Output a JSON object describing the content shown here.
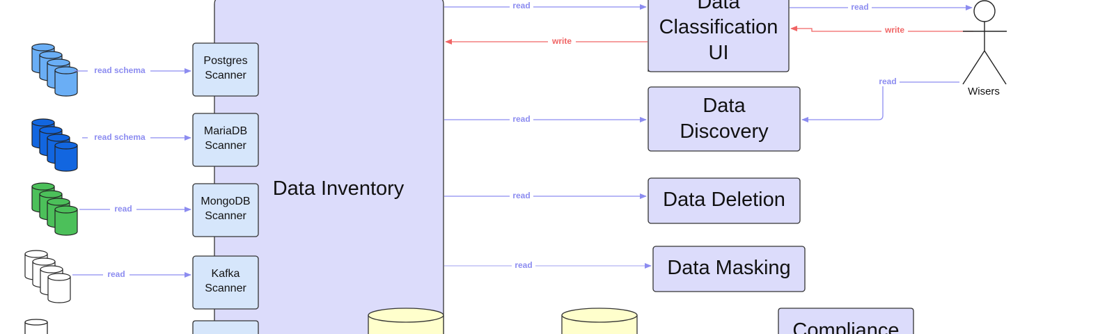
{
  "colors": {
    "read": "#8c8cf0",
    "write": "#f06464",
    "inventory_fill": "#dcdcfb",
    "service_fill": "#dcdcfb",
    "scanner_fill": "#d6e6fb",
    "stroke": "#333333",
    "storage_fill": "#ffffcc",
    "postgres": "#6aaef5",
    "mariadb": "#1266e0",
    "mongodb": "#4cc05a",
    "kafka": "#ffffff"
  },
  "inventory": {
    "label": "Data Inventory"
  },
  "scanners": [
    {
      "line1": "Postgres",
      "line2": "Scanner",
      "edge": "read schema"
    },
    {
      "line1": "MariaDB",
      "line2": "Scanner",
      "edge": "read schema"
    },
    {
      "line1": "MongoDB",
      "line2": "Scanner",
      "edge": "read"
    },
    {
      "line1": "Kafka",
      "line2": "Scanner",
      "edge": "read"
    }
  ],
  "services": {
    "classification": {
      "line1": "Data",
      "line2": "Classification",
      "line3": "UI"
    },
    "discovery": {
      "line1": "Data",
      "line2": "Discovery"
    },
    "deletion": {
      "label": "Data Deletion"
    },
    "masking": {
      "label": "Data Masking"
    },
    "compliance": {
      "label": "Compliance"
    }
  },
  "actor": {
    "label": "Wisers"
  },
  "edges": {
    "inv_to_classification": "read",
    "classification_to_inv": "write",
    "classification_to_actor": "read",
    "actor_to_classification": "write",
    "actor_to_discovery": "read",
    "inv_to_discovery": "read",
    "inv_to_deletion": "read",
    "inv_to_masking": "read"
  }
}
